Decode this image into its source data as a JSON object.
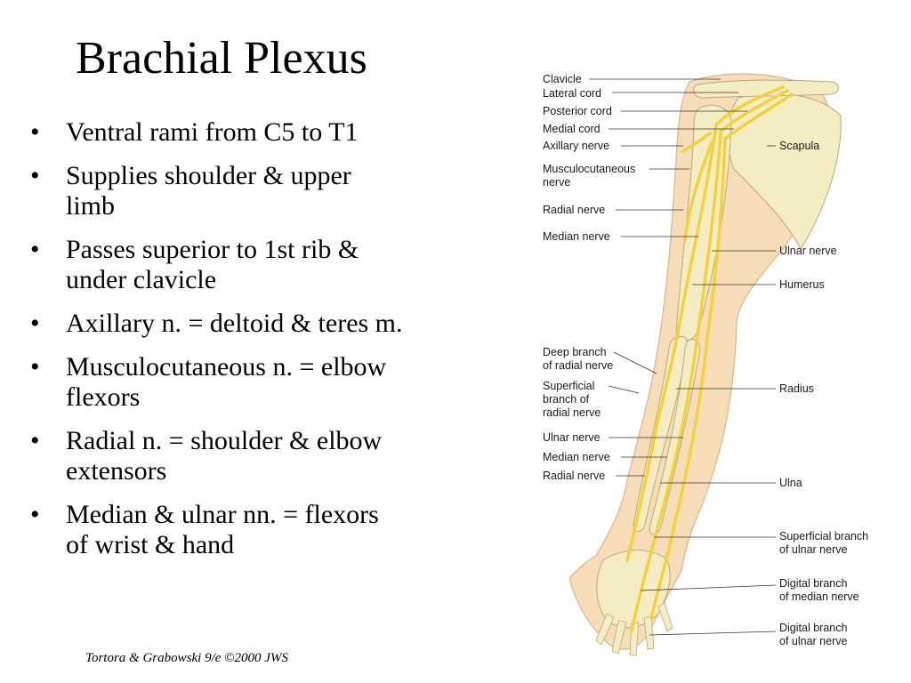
{
  "slide": {
    "title": "Brachial Plexus",
    "bullets": [
      [
        "Ventral rami from C5 to T1"
      ],
      [
        "Supplies shoulder & upper",
        "limb"
      ],
      [
        "Passes superior to 1st rib &",
        "under clavicle"
      ],
      [
        "Axillary n. = deltoid & teres m."
      ],
      [
        "Musculocutaneous n. = elbow",
        "flexors"
      ],
      [
        "Radial n. = shoulder & elbow",
        "extensors"
      ],
      [
        "Median & ulnar nn. = flexors",
        "of wrist & hand"
      ]
    ],
    "bullet_glyph": "•",
    "citation": "Tortora & Grabowski 9/e ©2000 JWS"
  },
  "figure": {
    "left_labels": [
      {
        "id": "clavicle",
        "lines": [
          "Clavicle"
        ]
      },
      {
        "id": "lateral-cord",
        "lines": [
          "Lateral cord"
        ]
      },
      {
        "id": "posterior-cord",
        "lines": [
          "Posterior cord"
        ]
      },
      {
        "id": "medial-cord",
        "lines": [
          "Medial cord"
        ]
      },
      {
        "id": "axillary-nerve",
        "lines": [
          "Axillary nerve"
        ]
      },
      {
        "id": "musculocutaneous-nerve",
        "lines": [
          "Musculocutaneous",
          "nerve"
        ]
      },
      {
        "id": "radial-nerve-upper",
        "lines": [
          "Radial nerve"
        ]
      },
      {
        "id": "median-nerve-upper",
        "lines": [
          "Median nerve"
        ]
      },
      {
        "id": "deep-branch-radial",
        "lines": [
          "Deep branch",
          "of radial nerve"
        ]
      },
      {
        "id": "superficial-branch-radial",
        "lines": [
          "Superficial",
          "branch of",
          "radial nerve"
        ]
      },
      {
        "id": "ulnar-nerve-lower",
        "lines": [
          "Ulnar nerve"
        ]
      },
      {
        "id": "median-nerve-lower",
        "lines": [
          "Median nerve"
        ]
      },
      {
        "id": "radial-nerve-lower",
        "lines": [
          "Radial nerve"
        ]
      }
    ],
    "right_labels": [
      {
        "id": "scapula",
        "lines": [
          "Scapula"
        ]
      },
      {
        "id": "ulnar-nerve-upper",
        "lines": [
          "Ulnar nerve"
        ]
      },
      {
        "id": "humerus",
        "lines": [
          "Humerus"
        ]
      },
      {
        "id": "radius",
        "lines": [
          "Radius"
        ]
      },
      {
        "id": "ulna",
        "lines": [
          "Ulna"
        ]
      },
      {
        "id": "superficial-branch-ulnar",
        "lines": [
          "Superficial branch",
          "of ulnar nerve"
        ]
      },
      {
        "id": "digital-branch-median",
        "lines": [
          "Digital branch",
          "of median nerve"
        ]
      },
      {
        "id": "digital-branch-ulnar",
        "lines": [
          "Digital branch",
          "of ulnar nerve"
        ]
      }
    ],
    "colors": {
      "skin": "#f7dcb8",
      "skin_edge": "#d9b48a",
      "bone": "#f4edc4",
      "bone_edge": "#b8a878",
      "nerve": "#f2d23a",
      "nerve_edge": "#b89a1a",
      "leader": "#333333"
    }
  }
}
